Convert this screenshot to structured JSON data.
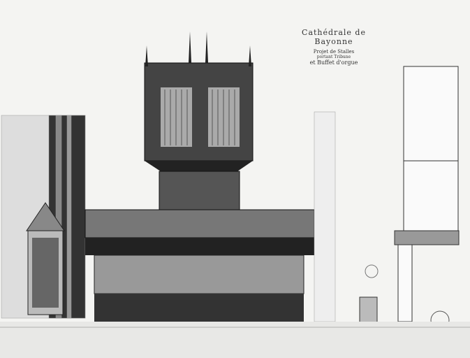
{
  "title": {
    "line1": "Cathédrale de Bayonne",
    "line2": "Projet de Stalles",
    "line3": "portant Tribune",
    "line4": "et Buffet d'orgue"
  }
}
